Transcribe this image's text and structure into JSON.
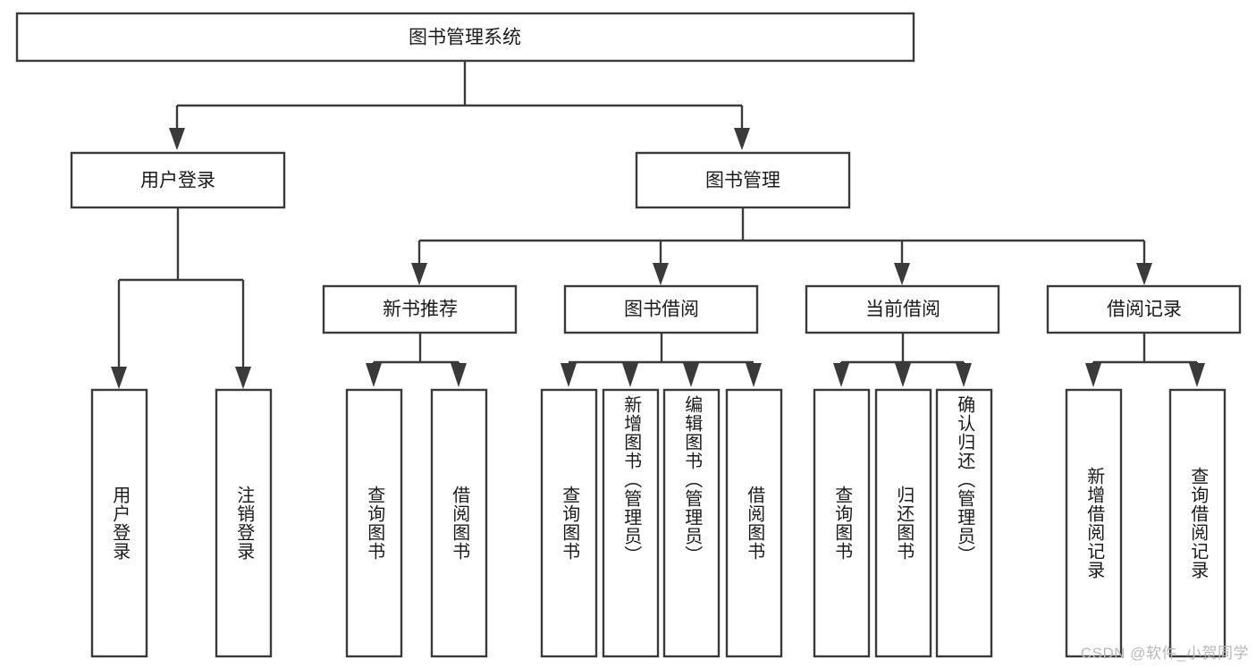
{
  "diagram": {
    "title": "图书管理系统",
    "type": "hierarchy-tree",
    "watermark": "CSDN @软件_小贺同学",
    "colors": {
      "stroke": "#3a3a3a",
      "fill": "#ffffff",
      "text": "#1b1b1b",
      "watermark": "#b9b9b9"
    },
    "root": {
      "label": "图书管理系统"
    },
    "level2": [
      {
        "label": "用户登录"
      },
      {
        "label": "图书管理"
      }
    ],
    "level3": [
      {
        "label": "新书推荐"
      },
      {
        "label": "图书借阅"
      },
      {
        "label": "当前借阅"
      },
      {
        "label": "借阅记录"
      }
    ],
    "leaves": {
      "user_login": [
        {
          "label": "用户登录"
        },
        {
          "label": "注销登录"
        }
      ],
      "new_book_recommend": [
        {
          "label": "查询图书"
        },
        {
          "label": "借阅图书"
        }
      ],
      "book_borrow": [
        {
          "label": "查询图书"
        },
        {
          "label": "新增图书（管理员）"
        },
        {
          "label": "编辑图书（管理员）"
        },
        {
          "label": "借阅图书"
        }
      ],
      "current_borrow": [
        {
          "label": "查询图书"
        },
        {
          "label": "归还图书"
        },
        {
          "label": "确认归还（管理员）"
        }
      ],
      "borrow_record": [
        {
          "label": "新增借阅记录"
        },
        {
          "label": "查询借阅记录"
        }
      ]
    }
  }
}
